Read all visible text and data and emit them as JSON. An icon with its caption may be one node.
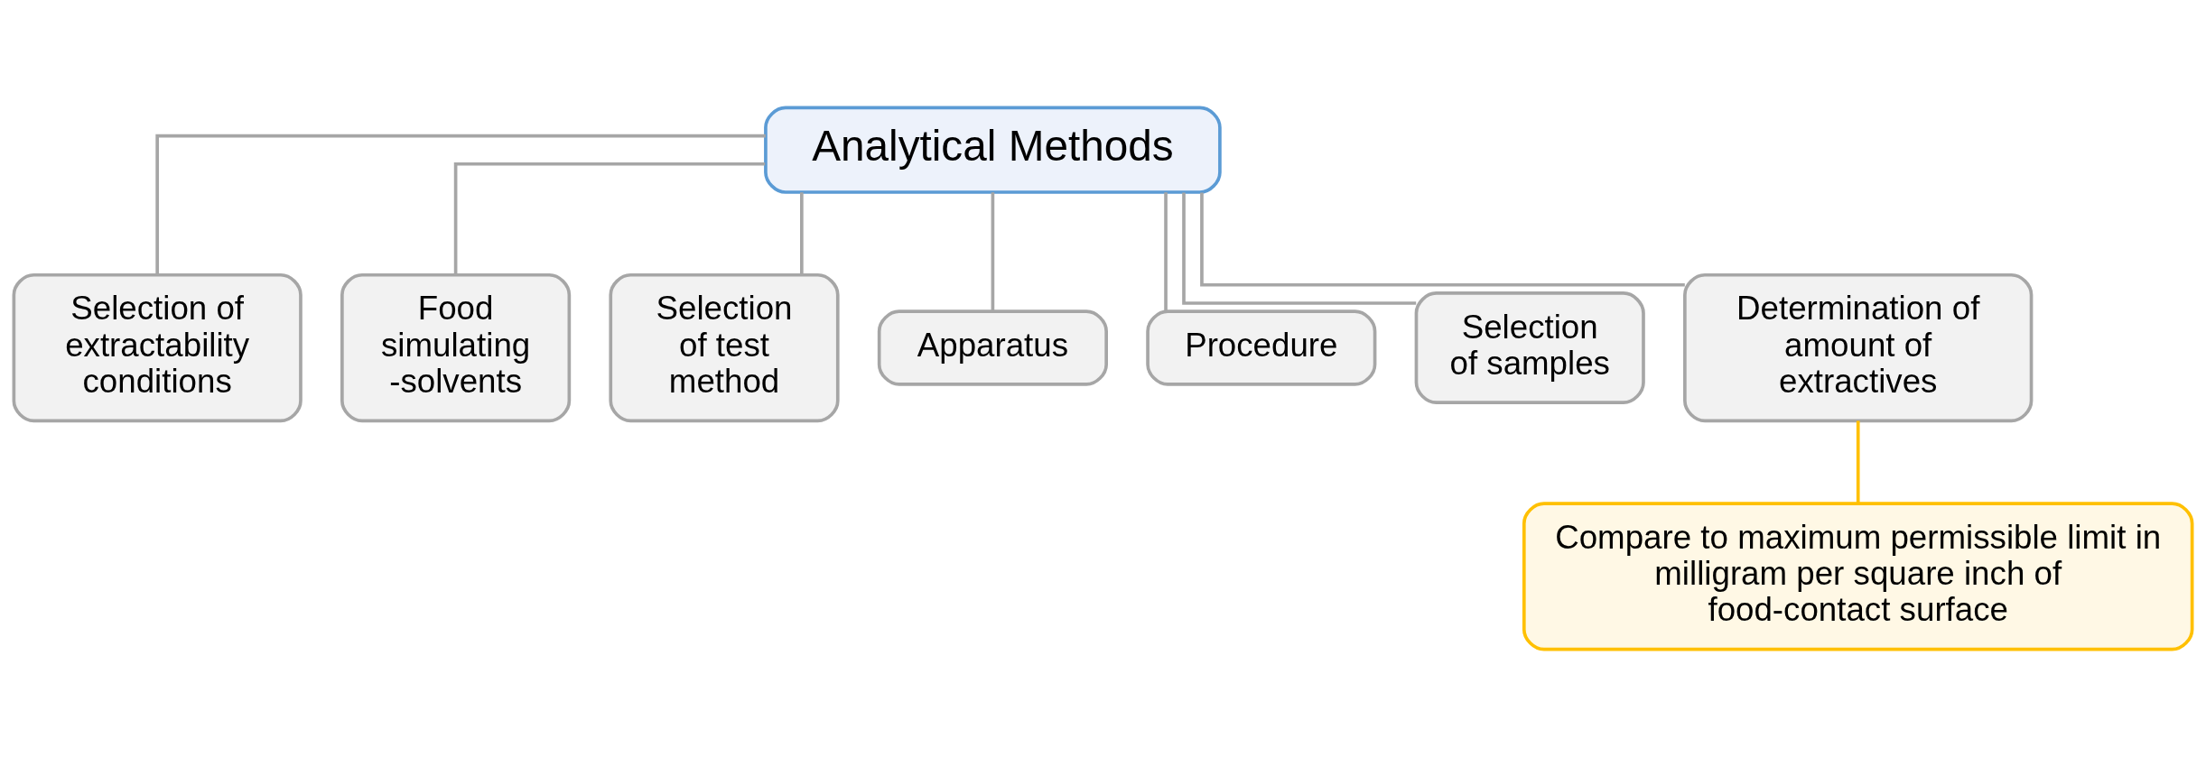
{
  "diagram": {
    "nodes": [
      {
        "text": [
          "Analytical Methods"
        ]
      },
      {
        "text": [
          "Selection of extractability conditions"
        ]
      },
      {
        "text": [
          "Food simulating -solvents"
        ]
      },
      {
        "text": [
          "Selection of test method"
        ]
      },
      {
        "text": [
          "Apparatus"
        ]
      },
      {
        "text": [
          "Procedure"
        ]
      },
      {
        "text": [
          "Selection of samples"
        ]
      },
      {
        "text": [
          "Determination of amount of extractives"
        ]
      },
      {
        "text": [
          "Compare to maximum permissible limit in milligram per square inch of food-contact surface"
        ]
      }
    ],
    "edges": [
      {
        "from": 0,
        "to": 1,
        "arrow": "none"
      },
      {
        "from": 0,
        "to": 2,
        "arrow": "none"
      },
      {
        "from": 0,
        "to": 3,
        "arrow": "none"
      },
      {
        "from": 0,
        "to": 4,
        "arrow": "none"
      },
      {
        "from": 0,
        "to": 5,
        "arrow": "none"
      },
      {
        "from": 0,
        "to": 6,
        "arrow": "none"
      },
      {
        "from": 0,
        "to": 7,
        "arrow": "none"
      },
      {
        "from": 7,
        "to": 8,
        "arrow": "none",
        "color": "#ffc000"
      }
    ]
  }
}
